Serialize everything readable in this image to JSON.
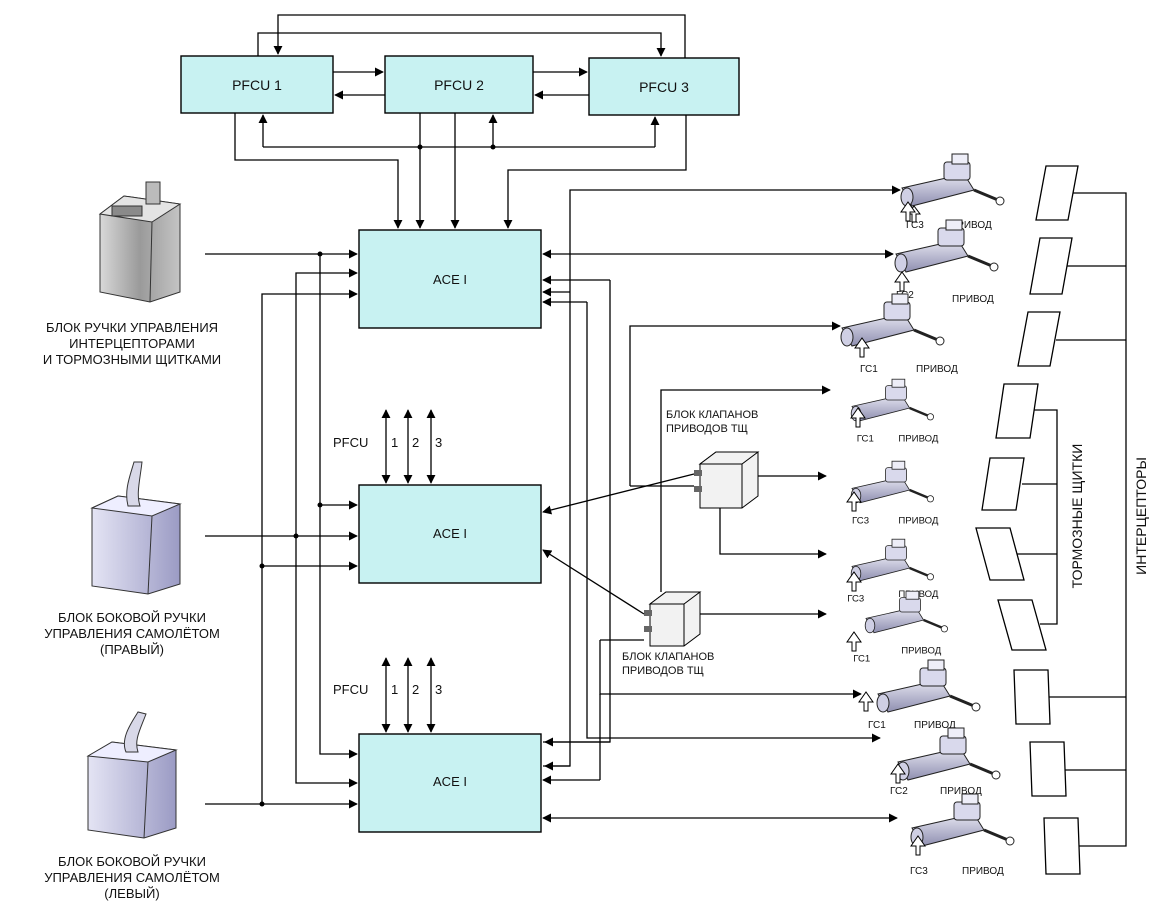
{
  "pfcu_units": [
    "PFCU 1",
    "PFCU 2",
    "PFCU 3"
  ],
  "ace_units": [
    "ACE I",
    "ACE I",
    "ACE I"
  ],
  "bus_labels": {
    "pfcu": "PFCU",
    "channels": [
      "1",
      "2",
      "3"
    ]
  },
  "controls": {
    "speedbrake": [
      "БЛОК РУЧКИ УПРАВЛЕНИЯ",
      "ИНТЕРЦЕПТОРАМИ",
      "И ТОРМОЗНЫМИ ЩИТКАМИ"
    ],
    "sidestick_right": [
      "БЛОК БОКОВОЙ РУЧКИ",
      "УПРАВЛЕНИЯ САМОЛЁТОМ",
      "(ПРАВЫЙ)"
    ],
    "sidestick_left": [
      "БЛОК БОКОВОЙ РУЧКИ",
      "УПРАВЛЕНИЯ САМОЛЁТОМ",
      "(ЛЕВЫЙ)"
    ]
  },
  "valve_blocks": [
    [
      "БЛОК КЛАПАНОВ",
      "ПРИВОДОВ ТЩ"
    ],
    [
      "БЛОК КЛАПАНОВ",
      "ПРИВОДОВ ТЩ"
    ]
  ],
  "actuators": [
    {
      "system": "ГС3",
      "label": "ПРИВОД"
    },
    {
      "system": "ГС2",
      "label": "ПРИВОД"
    },
    {
      "system": "ГС1",
      "label": "ПРИВОД"
    },
    {
      "system": "ГС1",
      "label": "ПРИВОД"
    },
    {
      "system": "ГС3",
      "label": "ПРИВОД"
    },
    {
      "system": "ГС3",
      "label": "ПРИВОД"
    },
    {
      "system": "ГС1",
      "label": "ПРИВОД"
    },
    {
      "system": "ГС1",
      "label": "ПРИВОД"
    },
    {
      "system": "ГС2",
      "label": "ПРИВОД"
    },
    {
      "system": "ГС3",
      "label": "ПРИВОД"
    }
  ],
  "group_labels": {
    "speedbrakes": "ТОРМОЗНЫЕ ЩИТКИ",
    "spoilers": "ИНТЕРЦЕПТОРЫ"
  }
}
